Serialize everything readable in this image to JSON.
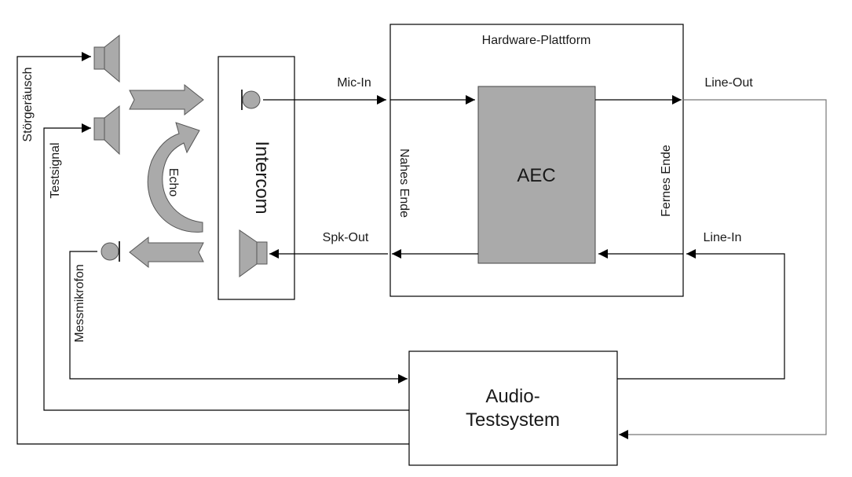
{
  "labels": {
    "hardware_platform": "Hardware-Plattform",
    "aec": "AEC",
    "intercom": "Intercom",
    "audio_testsystem_line1": "Audio-",
    "audio_testsystem_line2": "Testsystem",
    "mic_in": "Mic-In",
    "spk_out": "Spk-Out",
    "line_out": "Line-Out",
    "line_in": "Line-In",
    "nahes_ende": "Nahes Ende",
    "fernes_ende": "Fernes Ende",
    "echo": "Echo",
    "stoergeraeusch": "Störgeräusch",
    "testsignal": "Testsignal",
    "messmikrofon": "Messmikrofon"
  },
  "colors": {
    "component_fill": "#aaaaaa",
    "line": "#000000",
    "background": "#ffffff"
  }
}
